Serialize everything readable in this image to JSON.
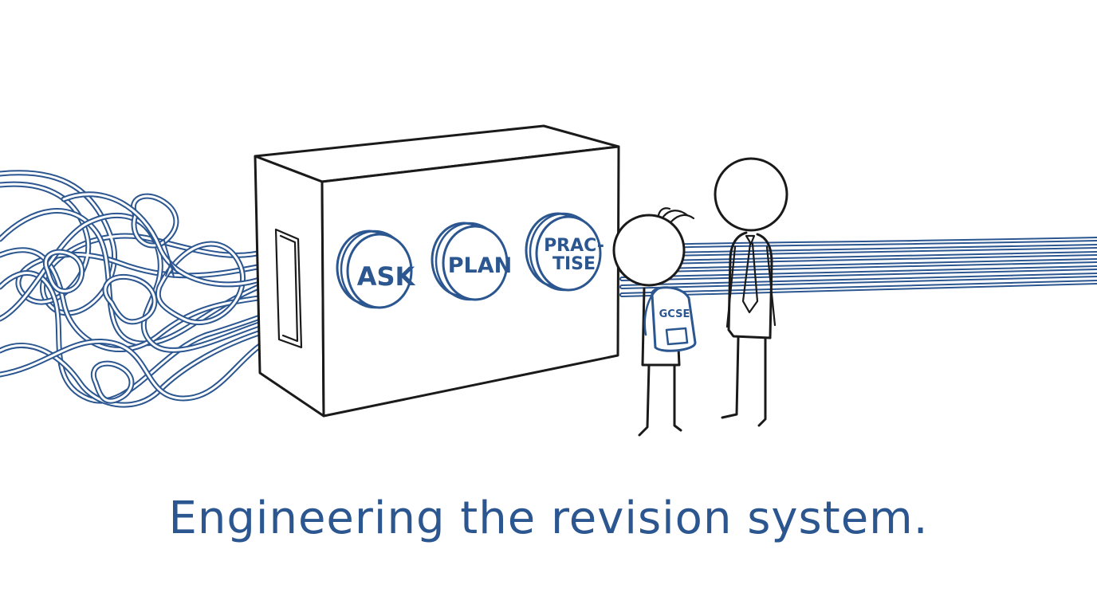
{
  "caption": "Engineering the revision system.",
  "buttons": [
    {
      "label_lines": [
        "ASK"
      ]
    },
    {
      "label_lines": [
        "PLAN"
      ]
    },
    {
      "label_lines": [
        "PRAC-",
        "TISE"
      ]
    }
  ],
  "backpack_label": "GCSE",
  "colors": {
    "ink": "#1a1a1a",
    "accent": "#2b5690",
    "background": "#ffffff"
  },
  "icons": {
    "tangled_cables": "tangled-cables-icon",
    "straight_cables": "straight-cables-icon",
    "machine": "box-machine-icon",
    "student": "student-figure-icon",
    "teacher": "teacher-figure-icon"
  }
}
